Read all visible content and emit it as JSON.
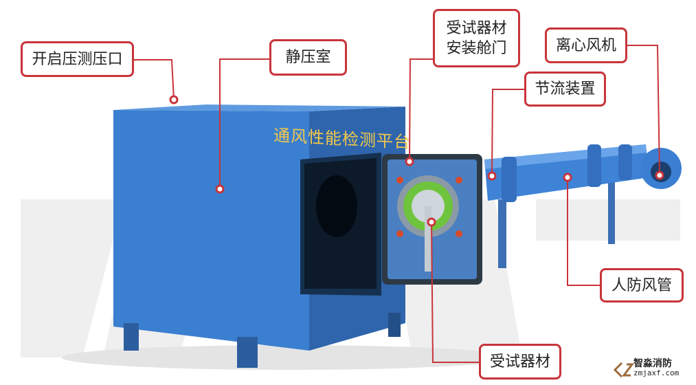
{
  "platform_title": "通风性能检测平台",
  "callouts": {
    "pressure_port": "开启压测压口",
    "static_chamber": "静压室",
    "door_line1": "受试器材",
    "door_line2": "安装舱门",
    "centrifugal_fan": "离心风机",
    "throttle_device": "节流装置",
    "civil_duct": "人防风管",
    "test_equipment": "受试器材"
  },
  "logo": {
    "name": "智淼消防",
    "url": "zmjaxf.com"
  },
  "colors": {
    "accent": "#c8343a",
    "body": "#3b7fd0",
    "title": "#f2c84b"
  }
}
